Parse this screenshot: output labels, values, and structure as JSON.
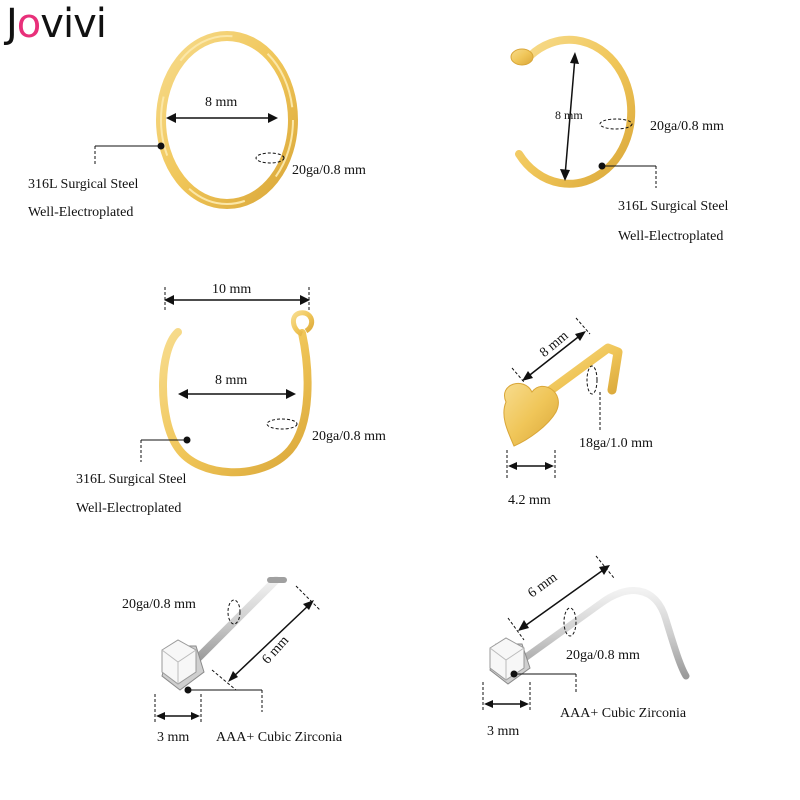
{
  "brand": {
    "part1": "J",
    "part2": "o",
    "part3": "vivi",
    "dark_color": "#111111",
    "accent_color": "#e8307a"
  },
  "colors": {
    "gold": "#f0c659",
    "gold_dark": "#d9a638",
    "silver": "#d6d6d6",
    "silver_dark": "#9a9a9a"
  },
  "products": [
    {
      "name": "open-hoop-nose-ring",
      "labels": {
        "diameter": "8 mm",
        "gauge": "20ga/0.8 mm",
        "material": "316L Surgical Steel",
        "finish": "Well-Electroplated"
      }
    },
    {
      "name": "c-shape-nose-ring",
      "labels": {
        "diameter": "8 mm",
        "gauge": "20ga/0.8 mm",
        "material": "316L Surgical Steel",
        "finish": "Well-Electroplated"
      }
    },
    {
      "name": "loop-hoop-nose-ring",
      "labels": {
        "width": "10 mm",
        "diameter": "8 mm",
        "gauge": "20ga/0.8 mm",
        "material": "316L Surgical Steel",
        "finish": "Well-Electroplated"
      }
    },
    {
      "name": "heart-l-shape-nose-stud",
      "labels": {
        "length": "8 mm",
        "gauge": "18ga/1.0 mm",
        "head": "4.2 mm"
      }
    },
    {
      "name": "straight-cz-nose-stud",
      "labels": {
        "gauge": "20ga/0.8 mm",
        "length": "6 mm",
        "head": "3 mm",
        "stone": "AAA+ Cubic Zirconia"
      }
    },
    {
      "name": "screw-cz-nose-stud",
      "labels": {
        "length": "6 mm",
        "gauge": "20ga/0.8 mm",
        "head": "3 mm",
        "stone": "AAA+ Cubic Zirconia"
      }
    }
  ]
}
